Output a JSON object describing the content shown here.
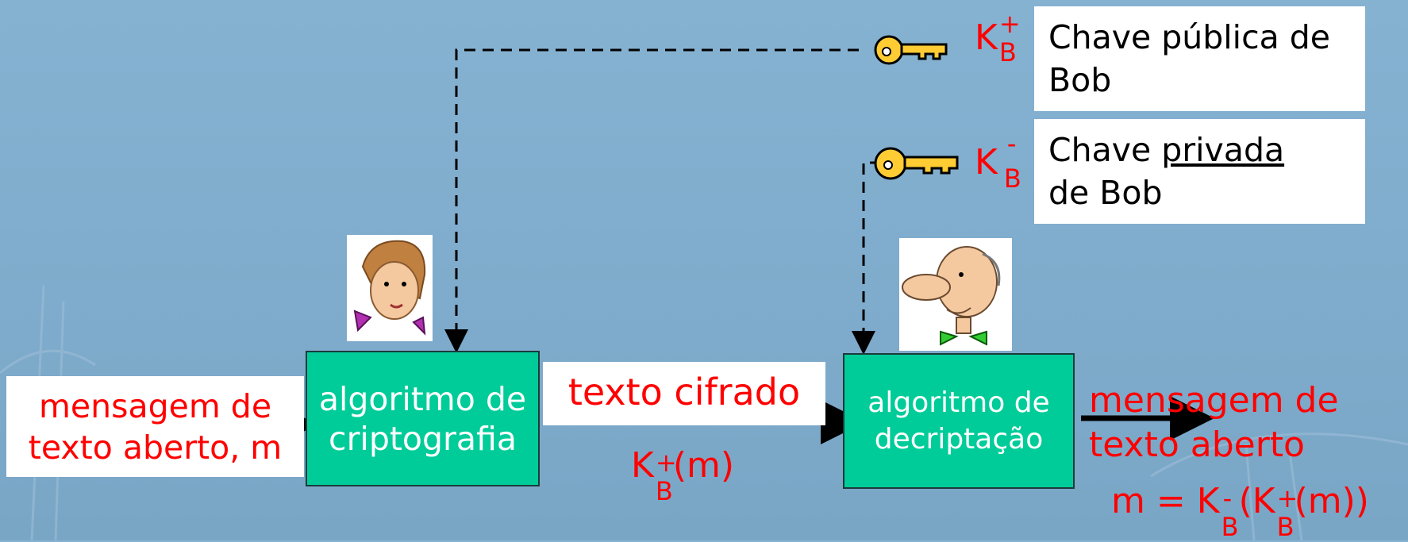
{
  "keys": {
    "public": {
      "symbol": "K",
      "sub": "B",
      "sup": "+",
      "label_line1": "Chave pública de",
      "label_line2": "Bob"
    },
    "private": {
      "symbol": "K",
      "sub": "B",
      "sup": "-",
      "label_pre": "Chave",
      "label_underlined": "privada",
      "label_line2": "de Bob"
    }
  },
  "input": {
    "line1": "mensagem de",
    "line2": "texto aberto, m"
  },
  "encrypt_box": {
    "line1": "algoritmo de",
    "line2": "criptografia"
  },
  "ciphertext": {
    "label": "texto cifrado",
    "formula_symbol": "K",
    "formula_sub": "B",
    "formula_sup": "+",
    "formula_arg": "(m)"
  },
  "decrypt_box": {
    "line1": "algoritmo de",
    "line2": "decriptação"
  },
  "output": {
    "line1": "mensagem de",
    "line2": "texto aberto",
    "formula": {
      "lhs": "m = ",
      "k": "K",
      "sub": "B",
      "sup_minus": "-",
      "sup_plus": "+",
      "inner_open": "(",
      "close": "(m))"
    }
  },
  "colors": {
    "accent_red": "#ff0000",
    "box_green": "#00cc99",
    "background": "#80accc"
  },
  "icons": {
    "alice": "alice-face-icon",
    "bob": "bob-face-icon",
    "key_public": "key-icon",
    "key_private": "key-icon"
  }
}
